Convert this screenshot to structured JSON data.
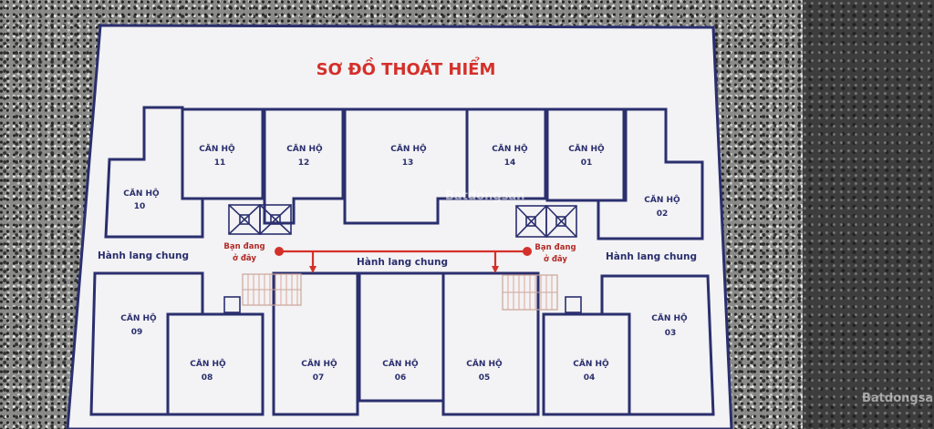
{
  "title": "SƠ ĐỒ THOÁT HIỂM",
  "rooms": [
    {
      "label": "CĂN HỘ",
      "number": "10"
    },
    {
      "label": "CĂN HỘ",
      "number": "11"
    },
    {
      "label": "CĂN HỘ",
      "number": "12"
    },
    {
      "label": "CĂN HỘ",
      "number": "13"
    },
    {
      "label": "CĂN HỘ",
      "number": "14"
    },
    {
      "label": "CĂN HỘ",
      "number": "01"
    },
    {
      "label": "CĂN HỘ",
      "number": "02"
    },
    {
      "label": "CĂN HỘ",
      "number": "09"
    },
    {
      "label": "CĂN HỘ",
      "number": "08"
    },
    {
      "label": "CĂN HỘ",
      "number": "07"
    },
    {
      "label": "CĂN HỘ",
      "number": "06"
    },
    {
      "label": "CĂN HỘ",
      "number": "05"
    },
    {
      "label": "CĂN HỘ",
      "number": "04"
    },
    {
      "label": "CĂN HỘ",
      "number": "03"
    }
  ],
  "corridor": {
    "left": "Hành lang chung",
    "center": "Hành lang chung",
    "right": "Hành lang chung"
  },
  "you_are_here": {
    "line1": "Bạn đang",
    "line2": "ở đây"
  },
  "colors": {
    "route": "#d4302a",
    "walls": "#2a2f6e",
    "board": "#f3f2f4"
  },
  "watermark": "Batdongsan"
}
